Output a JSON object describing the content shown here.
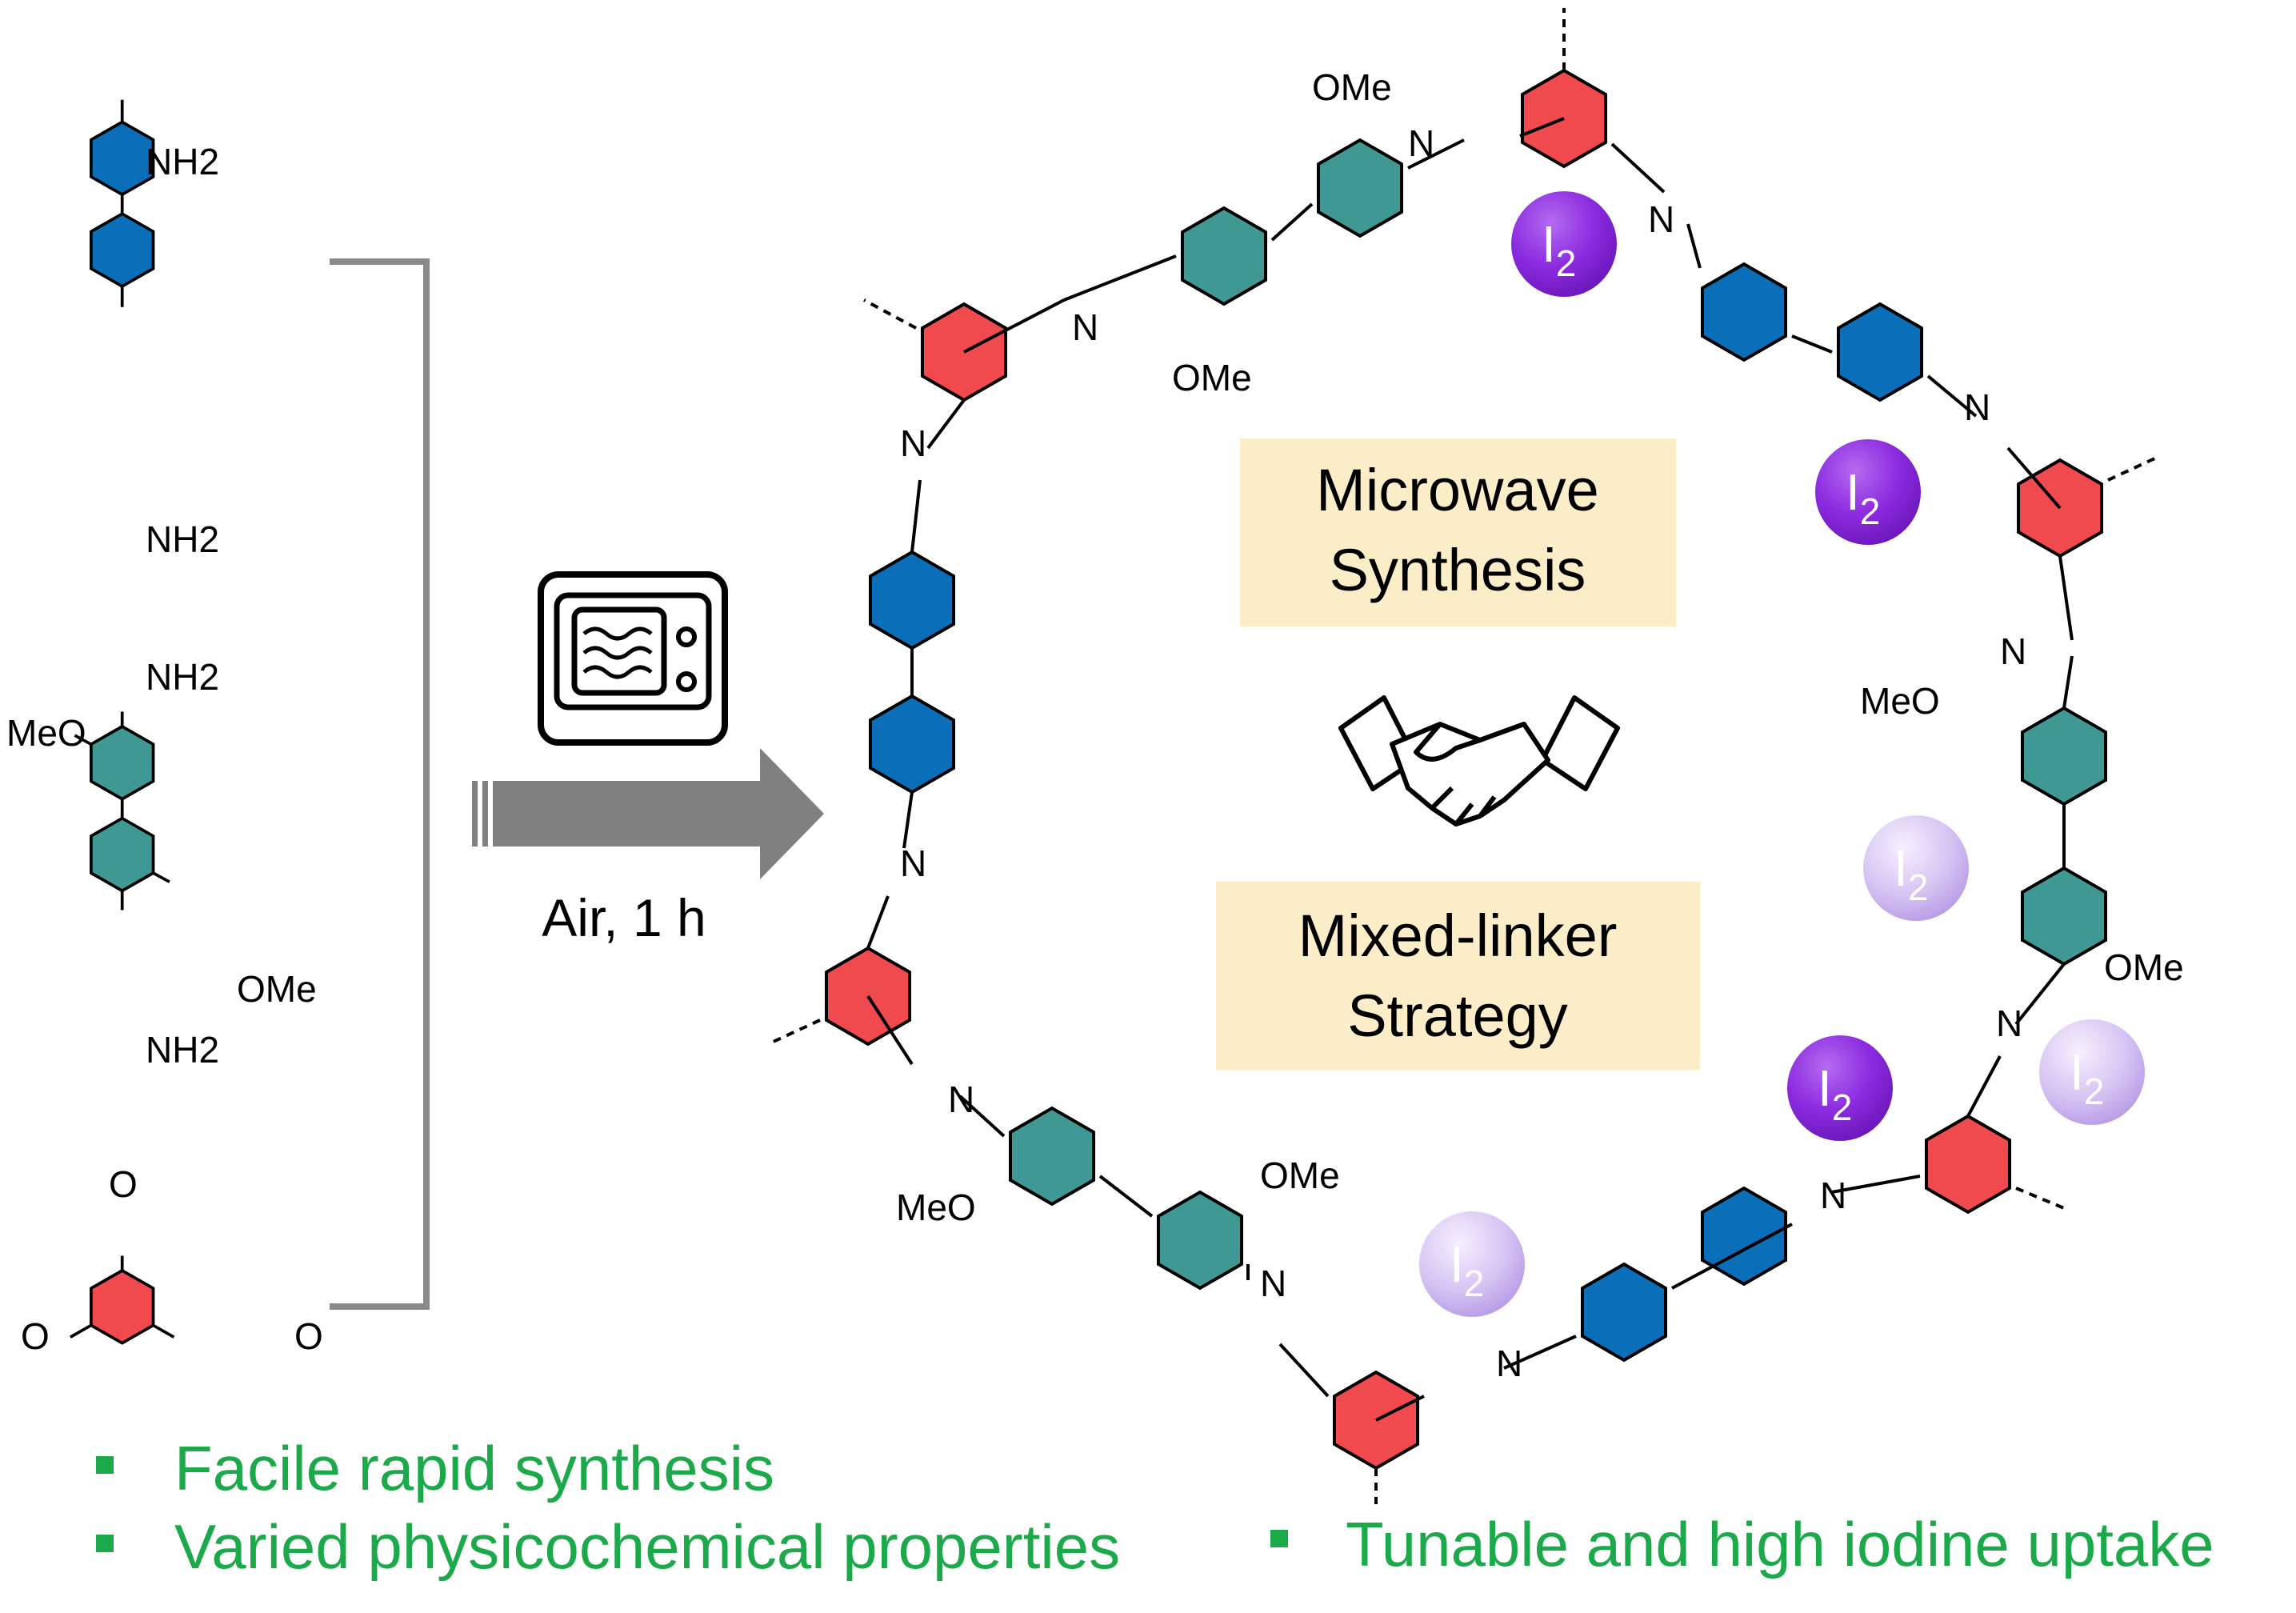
{
  "reaction": {
    "condition_label": "Air, 1 h",
    "microwave_icon": "microwave-oven-icon",
    "handshake_icon": "handshake-icon"
  },
  "center_boxes": {
    "microwave": [
      "Microwave",
      "Synthesis"
    ],
    "mixed_linker": [
      "Mixed-linker",
      "Strategy"
    ]
  },
  "monomer_labels": {
    "nh2": "NH2",
    "meo": "MeO",
    "ome": "OMe",
    "n": "N",
    "o": "O"
  },
  "iodine_label": {
    "base": "I",
    "sub": "2"
  },
  "highlights_left": [
    "Facile rapid synthesis",
    "Varied physicochemical properties"
  ],
  "highlights_right": [
    "Tunable and high iodine uptake"
  ],
  "colors": {
    "benzidine": "#0a6fb8",
    "dimethoxybenzidine": "#3f9893",
    "aldehyde": "#f0494e",
    "iodine_dark": "#8c2be0",
    "iodine_light": "#d3c2f0",
    "box_fill": "#faedc8",
    "bullet_text": "#1ba94a",
    "arrow": "#808080"
  }
}
